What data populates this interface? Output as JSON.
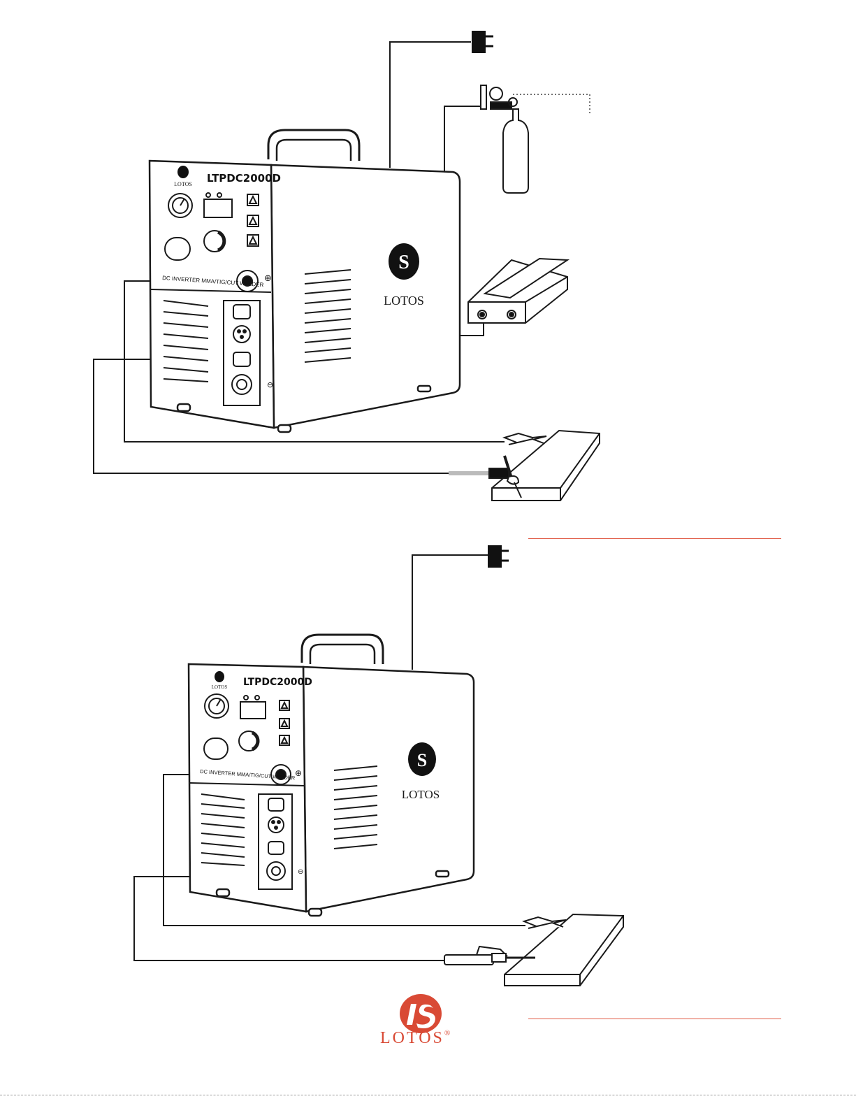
{
  "colors": {
    "line": "#1a1a1a",
    "accent": "#e05a45",
    "logo_red": "#d94a35",
    "background": "#ffffff"
  },
  "diagram1": {
    "model": "LTPDC2000D",
    "brand": "LOTOS",
    "panel_label": "DC INVERTER MMA/TIG/CUT WELDER",
    "positive_symbol": "⊕",
    "negative_symbol": "⊖"
  },
  "diagram2": {
    "model": "LTPDC2000D",
    "brand": "LOTOS",
    "panel_label": "DC INVERTER MMA/TIG/CUT WELDER",
    "positive_symbol": "⊕",
    "negative_symbol": "⊖"
  },
  "footer": {
    "brand": "LOTOS",
    "registered": "®"
  },
  "icons": [
    "power-plug-icon",
    "gas-cylinder-icon",
    "foot-pedal-icon",
    "ground-clamp-icon",
    "tig-torch-icon",
    "electrode-holder-icon",
    "lotos-logo-icon"
  ]
}
